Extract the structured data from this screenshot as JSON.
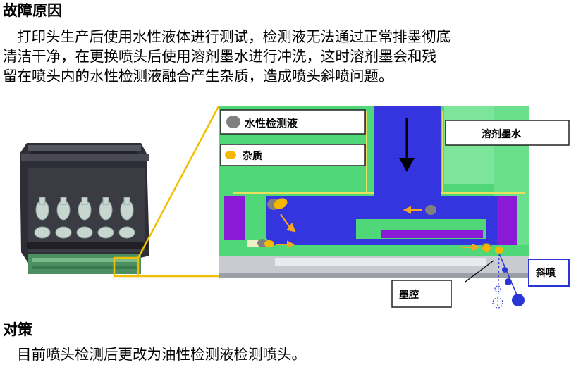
{
  "cause": {
    "heading": "故障原因",
    "lines": [
      "打印头生产后使用水性液体进行测试，检测液无法通过正常排墨彻底",
      "清洁干净，在更换喷头后使用溶剂墨水进行冲洗，这时溶剂墨会和残",
      "留在喷头内的水性检测液融合产生杂质，造成喷头斜喷问题。"
    ]
  },
  "figure": {
    "legend_water": "水性检测液",
    "legend_impurity": "杂质",
    "label_solvent": "溶剂墨水",
    "label_nozzle": "墨腔",
    "label_oblique": "斜喷",
    "colors": {
      "ink_blue": "#3535e0",
      "green": "#50d878",
      "purple": "#8a1ad6",
      "highlight": "#f0c000",
      "impurity": "#f5b800",
      "water_drop": "#808080"
    }
  },
  "measure": {
    "heading": "对策",
    "text": "目前喷头检测后更改为油性检测液检测喷头。"
  }
}
